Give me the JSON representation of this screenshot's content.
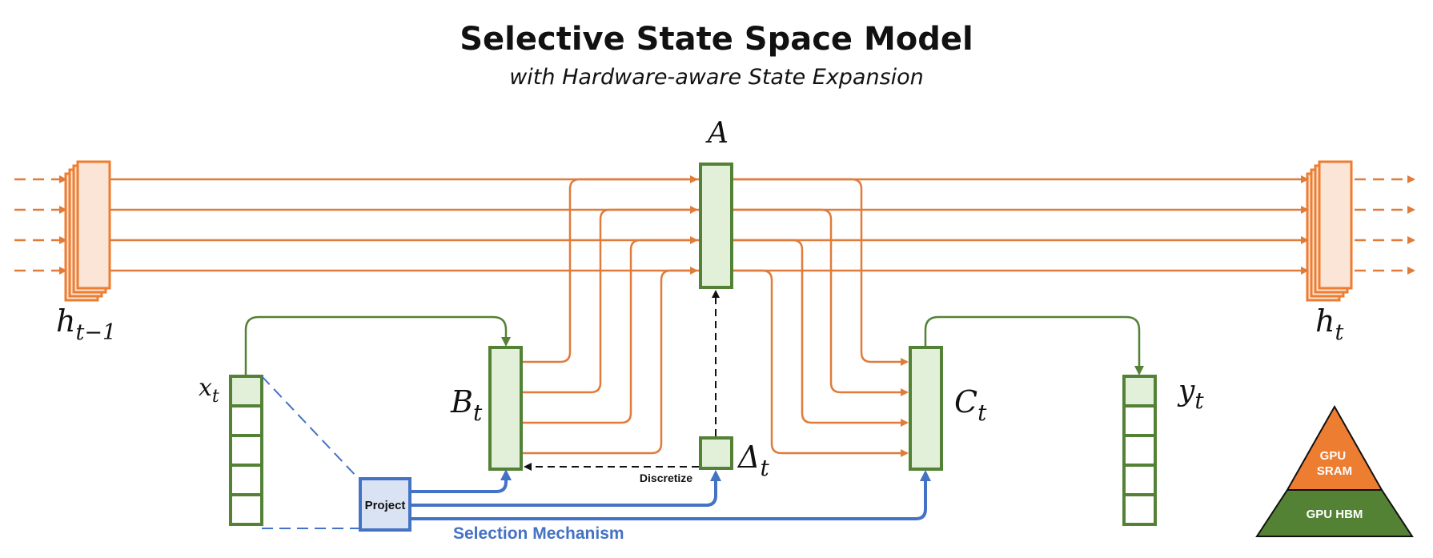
{
  "title": "Selective State Space Model",
  "subtitle": "with Hardware-aware State Expansion",
  "labels": {
    "A": "A",
    "h_prev": "h",
    "h_prev_sub": "t−1",
    "h_next": "h",
    "h_next_sub": "t",
    "x": "x",
    "x_sub": "t",
    "B": "B",
    "B_sub": "t",
    "C": "C",
    "C_sub": "t",
    "delta": "Δ",
    "delta_sub": "t",
    "y": "y",
    "y_sub": "t",
    "discretize": "Discretize",
    "project": "Project",
    "selection": "Selection Mechanism"
  },
  "pyramid": {
    "top": [
      "GPU",
      "SRAM"
    ],
    "bottom": "GPU HBM"
  },
  "colors": {
    "orange": "#e07b39",
    "green": "#538135",
    "light_green": "#e2f0d9",
    "blue": "#4472c4",
    "light_blue": "#dae3f3",
    "state_fill": "#fbe5d6",
    "pyramid_top": "#ed7d31",
    "pyramid_bottom": "#548235"
  }
}
